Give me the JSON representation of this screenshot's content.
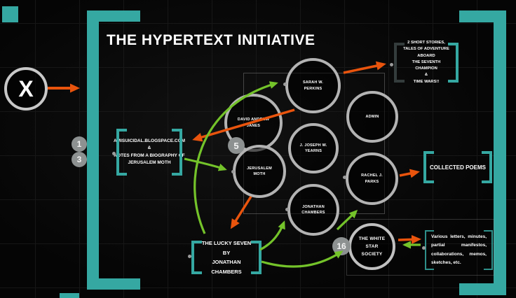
{
  "title": "THE HYPERTEXT INITIATIVE",
  "start_node": {
    "label": "X"
  },
  "badges": {
    "b1": "1",
    "b3": "3",
    "b5": "5",
    "b16": "16"
  },
  "boxes": {
    "blog": {
      "lines": [
        "AMISUICIDAL.BLOGSPACE.COM",
        "&",
        "NOTES FROM A BIOGRAPHY OF",
        "JERUSALEM MOTH"
      ]
    },
    "stories": {
      "lines": [
        "2 SHORT STORIES,",
        "TALES OF ADVENTURE ABOARD",
        "THE SEVENTH CHAMPION",
        "&",
        "TIME WARS!!"
      ]
    },
    "poems": {
      "label": "COLLECTED POEMS"
    },
    "lucky": {
      "lines": [
        "THE LUCKY SEVEN BY",
        "JONATHAN CHAMBERS"
      ]
    },
    "letters": {
      "text": "Various letters, minutes, partial manifestos, collaborations, memos, sketches, etc."
    }
  },
  "members": [
    {
      "name": "SARAH W. PERKINS"
    },
    {
      "name": "DAVID ANDREW JANES"
    },
    {
      "name": "ADMIN"
    },
    {
      "name": "J. JOSEPH W. YEARNS"
    },
    {
      "name": "JERUSALEM MOTH"
    },
    {
      "name": "RACHEL J. PARKS"
    },
    {
      "name": "JONATHAN CHAMBERS"
    }
  ],
  "society": {
    "lines": [
      "THE WHITE STAR",
      "SOCIETY"
    ]
  },
  "colors": {
    "teal": "#35a8a2",
    "orange": "#e9540d",
    "green": "#74c32a",
    "ring_gray": "#b3b3b3",
    "badge_gray": "#8d9191"
  }
}
